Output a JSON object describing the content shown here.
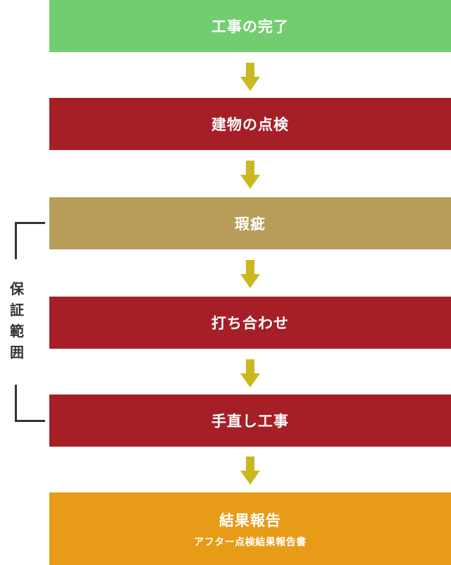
{
  "colors": {
    "complete": "#72cd70",
    "red": "#a61f27",
    "defect": "#b89c5a",
    "report": "#e89b16",
    "arrow": "#c9b820",
    "bracket": "#333333"
  },
  "steps": [
    {
      "label": "工事の完了"
    },
    {
      "label": "建物の点検"
    },
    {
      "label": "瑕疵"
    },
    {
      "label": "打ち合わせ"
    },
    {
      "label": "手直し工事"
    },
    {
      "label": "結果報告",
      "sub": "アフター点検結果報告書"
    }
  ],
  "scope": {
    "chars": [
      "保",
      "証",
      "範",
      "囲"
    ]
  }
}
